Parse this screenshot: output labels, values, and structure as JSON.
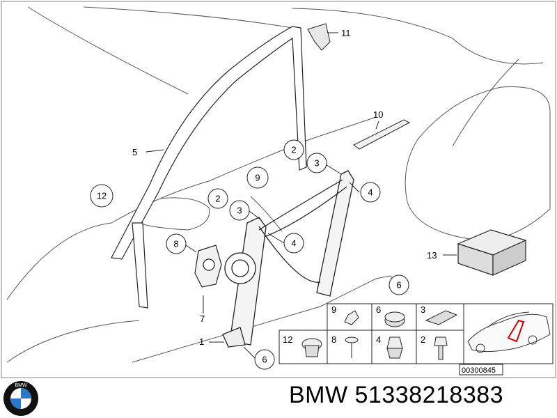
{
  "callouts": {
    "c1": "1",
    "c2a": "2",
    "c2b": "2",
    "c3a": "3",
    "c3b": "3",
    "c4a": "4",
    "c4b": "4",
    "c5": "5",
    "c6a": "6",
    "c6b": "6",
    "c7": "7",
    "c8": "8",
    "c9": "9",
    "c10": "10",
    "c11": "11",
    "c12": "12",
    "c13": "13"
  },
  "parts_grid": {
    "top_row": [
      "9",
      "6",
      "3"
    ],
    "bottom_row": [
      "12",
      "8",
      "4",
      "2"
    ]
  },
  "diagram_code": "00300845",
  "footer": {
    "brand": "BMW",
    "part_number": "51338218383",
    "logo_text": "BMW"
  }
}
